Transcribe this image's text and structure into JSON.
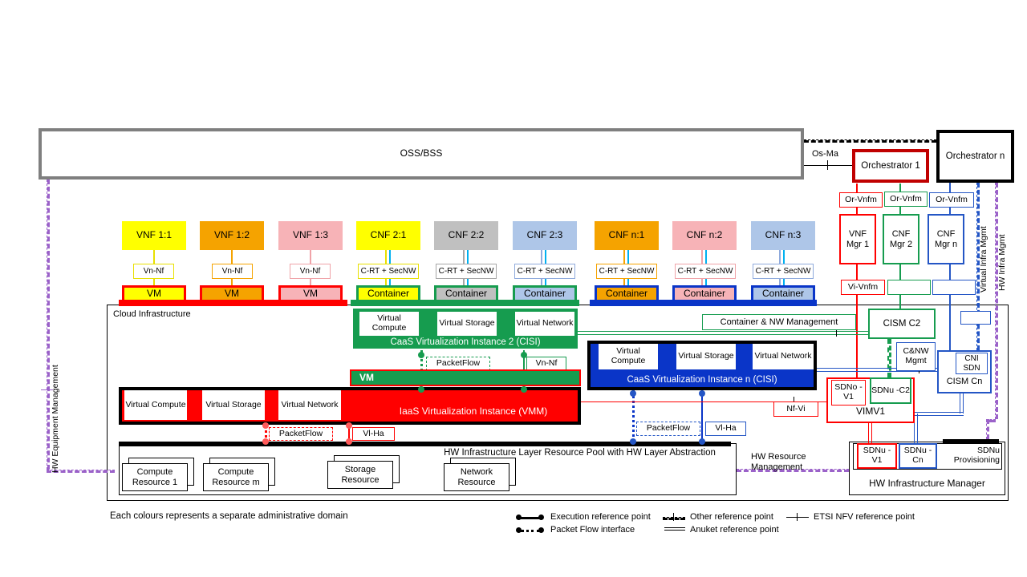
{
  "colors": {
    "red": "#FF0000",
    "dark_red": "#C00000",
    "green": "#169C4F",
    "blue_fill": "#0A35C8",
    "blue_line": "#2456C5",
    "yellow": "#FFFF00",
    "orange": "#F5A300",
    "pink": "#F7B3B7",
    "gray": "#C0C0C0",
    "light_blue": "#AEC6E8",
    "cyan": "#00B0F0",
    "purple": "#9B62C9",
    "oss_border": "#7F7F7F"
  },
  "oss_bss": {
    "label": "OSS/BSS"
  },
  "top": {
    "os_ma": "Os-Ma",
    "orchestrator_1": "Orchestrator 1",
    "orchestrator_n": "Orchestrator n",
    "or_vnfm": "Or-Vnfm",
    "vi_vnfm": "Vi-Vnfm",
    "managers": [
      {
        "label": "VNF Mgr 1"
      },
      {
        "label": "CNF Mgr 2"
      },
      {
        "label": "CNF Mgr n"
      }
    ],
    "virtual_infra_mgmt": "Virtual Infra Mgmt",
    "hw_infra_mgmt": "HW Infra Mgmt"
  },
  "nf_row": [
    {
      "label": "VNF 1:1"
    },
    {
      "label": "VNF 1:2"
    },
    {
      "label": "VNF 1:3"
    },
    {
      "label": "CNF 2:1"
    },
    {
      "label": "CNF 2:2"
    },
    {
      "label": "CNF 2:3"
    },
    {
      "label": "CNF n:1"
    },
    {
      "label": "CNF n:2"
    },
    {
      "label": "CNF n:3"
    }
  ],
  "interfaces": {
    "vn_nf": "Vn-Nf",
    "c_rt_secnw": "C-RT + SecNW",
    "packet_flow": "PacketFlow",
    "vl_ha": "Vl-Ha",
    "nf_vi": "Nf-Vi"
  },
  "runtime_row": {
    "vm": "VM",
    "container": "Container"
  },
  "cloud": {
    "label": "Cloud Infrastructure",
    "virtual_compute": "Virtual Compute",
    "virtual_storage": "Virtual Storage",
    "virtual_network": "Virtual Network",
    "caas2_caption": "CaaS Virtualization Instance 2 (CISI)",
    "caasn_caption": "CaaS Virtualization Instance n (CISI)",
    "vm_bar": "VM",
    "iaas_caption": "IaaS Virtualization Instance (VMM)",
    "pool_caption": "HW Infrastructure Layer Resource Pool with HW Layer Abstraction",
    "resources": [
      {
        "label": "Compute Resource 1"
      },
      {
        "label": "Compute Resource m"
      },
      {
        "label": "Storage Resource"
      },
      {
        "label": "Network Resource"
      }
    ]
  },
  "mgmt": {
    "container_nw_mgmt": "Container & NW Management",
    "cism_c2": "CISM C2",
    "cnw_mgmt": "C&NW Mgmt",
    "cism_cn": "CISM Cn",
    "cni_sdn": "CNI SDN",
    "vimv1": "VIMV1",
    "sdno_v1": "SDNo -V1",
    "sdnu_c2": "SDNu -C2",
    "sdnu_v1": "SDNu -V1",
    "sdnu_cn": "SDNu -Cn",
    "sdnu_provisioning": "SDNu Provisioning",
    "hw_infra_manager": "HW Infrastructure Manager",
    "hw_resource_mgmt": "HW Resource Management",
    "hw_equipment_mgmt": "HW Equipment Management"
  },
  "legend": {
    "note": "Each colours represents a separate administrative domain",
    "execution": "Execution reference point",
    "packet_flow": "Packet Flow interface",
    "other": "Other reference point",
    "anuket": "Anuket reference point",
    "etsi": "ETSI NFV reference point"
  }
}
